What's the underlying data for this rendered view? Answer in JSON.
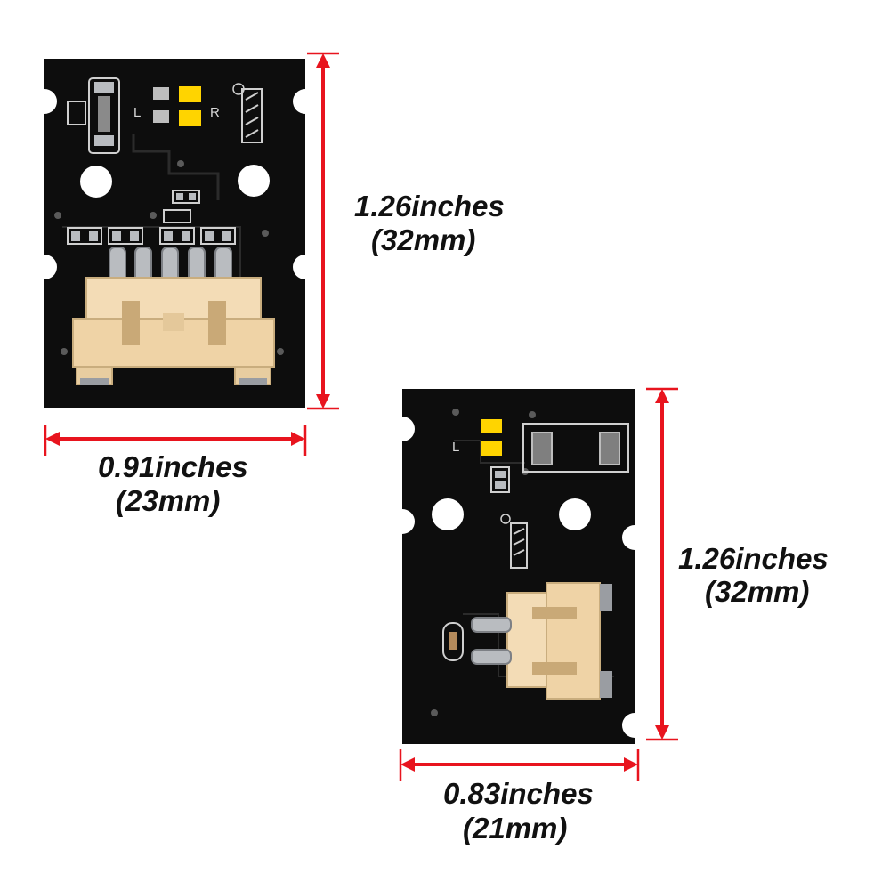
{
  "colors": {
    "background": "#ffffff",
    "pcb": "#0d0d0d",
    "dimension_line": "#e8141e",
    "connector": "#f3dcb6",
    "pad": "#b9bcc0",
    "led": "#ffd400",
    "text": "#111111"
  },
  "board_large": {
    "silk_left": "L",
    "silk_right": "R",
    "height_label": "1.26inches",
    "height_label_mm": "(32mm)",
    "width_label": "0.91inches",
    "width_label_mm": "(23mm)"
  },
  "board_small": {
    "silk_left": "L",
    "height_label": "1.26inches",
    "height_label_mm": "(32mm)",
    "width_label": "0.83inches",
    "width_label_mm": "(21mm)"
  }
}
